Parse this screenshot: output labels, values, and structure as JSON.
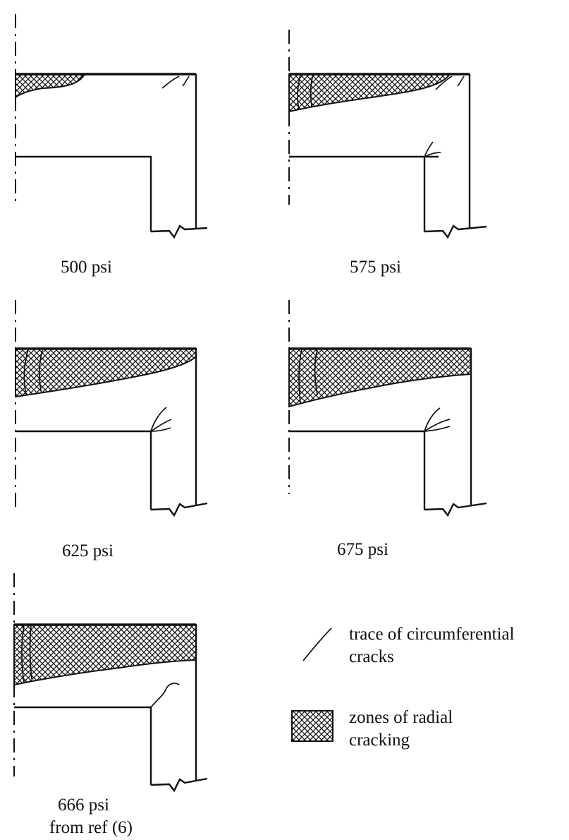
{
  "panels": [
    {
      "label": "500 psi"
    },
    {
      "label": "575 psi"
    },
    {
      "label": "625 psi"
    },
    {
      "label": "675 psi"
    },
    {
      "label": "666 psi",
      "sublabel": "from ref (6)"
    }
  ],
  "legend": {
    "circumferential": {
      "line1": "trace of circumferential",
      "line2": "cracks"
    },
    "radial": {
      "line1": "zones of radial",
      "line2": "cracking"
    }
  }
}
